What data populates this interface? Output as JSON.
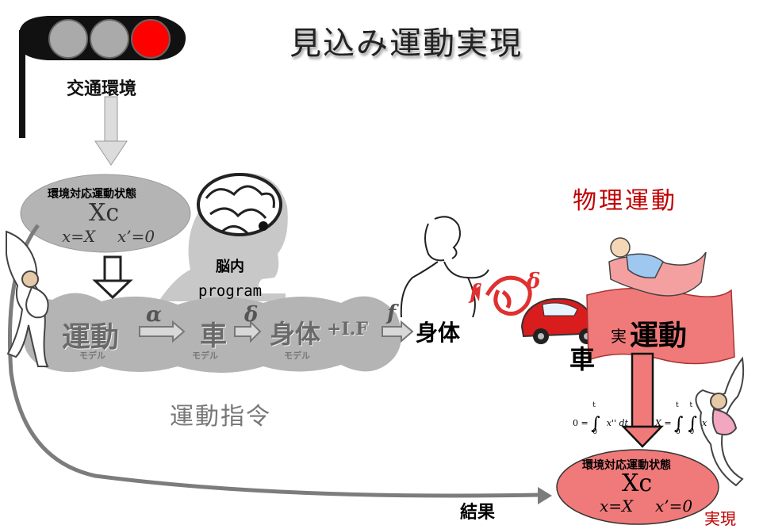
{
  "title": "見込み運動実現",
  "traffic": {
    "label": "交通環境"
  },
  "top_state": {
    "title": "環境対応運動状態",
    "var": "Xc",
    "eq_x": "x=X",
    "eq_v": "x’=0"
  },
  "brain": {
    "label1": "脳内",
    "label2": "program"
  },
  "chain": {
    "motion": "運動",
    "motion_sub": "モデル",
    "alpha": "α",
    "car": "車",
    "car_sub": "モデル",
    "delta": "δ",
    "body": "身体",
    "body_sub": "モデル",
    "if": "+I.F",
    "f": "f"
  },
  "command": "運動指令",
  "physical": {
    "title": "物理運動",
    "body": "身体",
    "f": "f",
    "delta": "δ",
    "car": "車",
    "jitsu": "実",
    "motion": "運動"
  },
  "formula": {
    "f1_lhs": "0 =",
    "f1_int": "x'' dt",
    "f2_lhs": "X =",
    "f2_int": "x",
    "lim_t": "t",
    "lim_0": "0"
  },
  "bottom_state": {
    "title": "環境対応運動状態",
    "var": "Xc",
    "eq_x": "x=X",
    "eq_v": "x’=0",
    "note": "実現"
  },
  "result": "結果",
  "colors": {
    "red": "#c00000",
    "pink": "#f07a7a",
    "gray": "#b4b4b4"
  }
}
